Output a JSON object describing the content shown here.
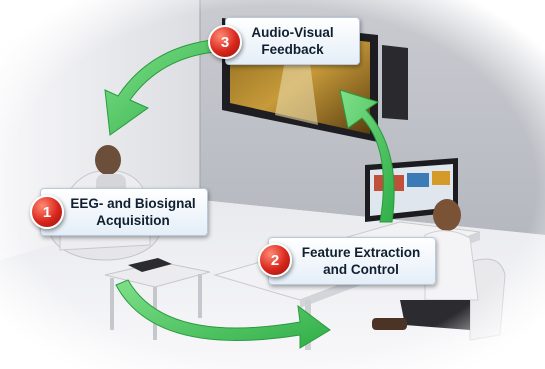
{
  "steps": [
    {
      "number": "1",
      "line1": "EEG- and Biosignal",
      "line2": "Acquisition"
    },
    {
      "number": "2",
      "line1": "Feature Extraction",
      "line2": "and Control"
    },
    {
      "number": "3",
      "line1": "Audio-Visual",
      "line2": "Feedback"
    }
  ],
  "colors": {
    "arrow": "#3ec85a",
    "badge": "#d8261c",
    "callout_text": "#102030"
  }
}
